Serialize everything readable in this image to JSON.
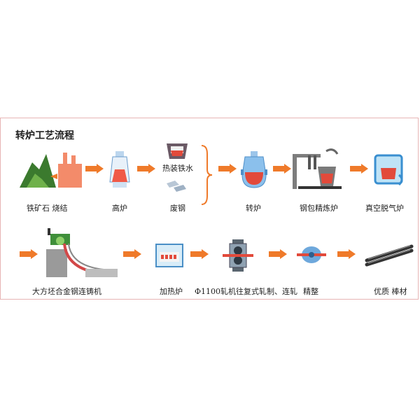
{
  "title": "转炉工艺流程",
  "row1": {
    "step1": "铁矿石 烧结",
    "step2": "高炉",
    "hot_metal": "热装铁水",
    "scrap": "废钢",
    "step3": "转炉",
    "step4": "钢包精炼炉",
    "step5": "真空脱气炉"
  },
  "row2": {
    "step6": "大方坯合金钢连铸机",
    "step7": "加热炉",
    "step8": "Φ1100轧机往复式轧制、连轧",
    "step9": "精整",
    "step10": "优质 棒材"
  },
  "colors": {
    "arrow": "#ef7a2a",
    "frame": "#e7b4b4",
    "ladle_red": "#e24a3b",
    "blue": "#5aa9e6"
  }
}
